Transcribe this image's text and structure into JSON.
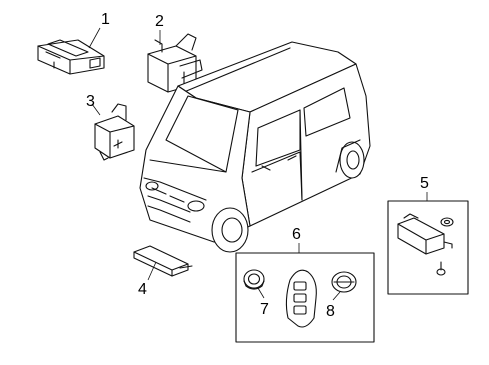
{
  "callouts": {
    "c1": "1",
    "c2": "2",
    "c3": "3",
    "c4": "4",
    "c5": "5",
    "c6": "6",
    "c7": "7",
    "c8": "8"
  },
  "parts": [
    {
      "callout": "1",
      "icon": "bracket-module-icon"
    },
    {
      "callout": "2",
      "icon": "control-module-icon"
    },
    {
      "callout": "3",
      "icon": "sensor-module-icon"
    },
    {
      "callout": "4",
      "icon": "antenna-icon"
    },
    {
      "callout": "5",
      "icon": "receiver-unit-icon"
    },
    {
      "callout": "6",
      "icon": "key-fob-kit-icon"
    },
    {
      "callout": "7",
      "icon": "battery-icon"
    },
    {
      "callout": "8",
      "icon": "emblem-icon"
    }
  ]
}
